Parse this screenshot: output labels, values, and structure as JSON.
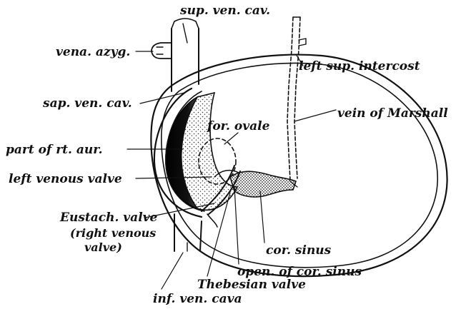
{
  "labels": {
    "sup_ven_cav_top": "sup. ven. cav.",
    "vena_azyg": "vena. azyg.",
    "left_sup_intercost": "left sup. intercost",
    "sup_ven_cav_side": "sap. ven. cav.",
    "vein_of_marshall": "vein of Marshall",
    "for_ovale": "for. ovale",
    "part_of_rt_aur": "part of rt. aur.",
    "left_venous_valve": "left venous valve",
    "eustach_valve": "Eustach. valve",
    "right_venous_line1": "(right venous",
    "right_venous_line2": "valve)",
    "cor_sinus": "cor. sinus",
    "open_of_cor_sinus": "open. of cor. sinus",
    "thebesian_valve": "Thebesian valve",
    "inf_ven_cava": "inf. ven. cava"
  },
  "colors": {
    "ink": "#111111",
    "stipple": "#333333",
    "background": "#ffffff"
  }
}
